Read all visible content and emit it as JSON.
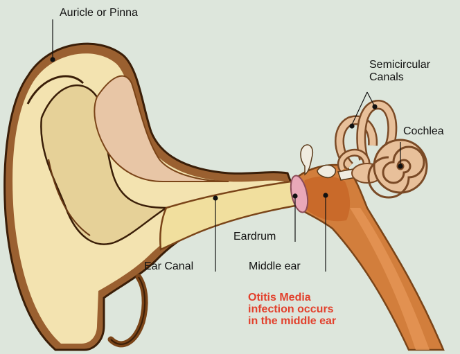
{
  "labels": {
    "auricle": "Auricle or Pinna",
    "semicircular_line1": "Semicircular",
    "semicircular_line2": "Canals",
    "cochlea": "Cochlea",
    "eardrum": "Eardrum",
    "ear_canal": "Ear Canal",
    "middle_ear": "Middle ear"
  },
  "note": {
    "lines": [
      "Otitis Media",
      "infection occurs",
      "in the middle ear"
    ],
    "color": "#e2402c"
  },
  "colors": {
    "background": "#dde6dc",
    "skin_light": "#f3e3b0",
    "skin_mid": "#e7d29a",
    "outline_brown": "#8a5528",
    "outline_dark": "#3a1e08",
    "middle_ear_orange": "#d27e3c",
    "inner_ear_tan": "#e8c09a",
    "eardrum_pink": "#e9a8b8"
  }
}
